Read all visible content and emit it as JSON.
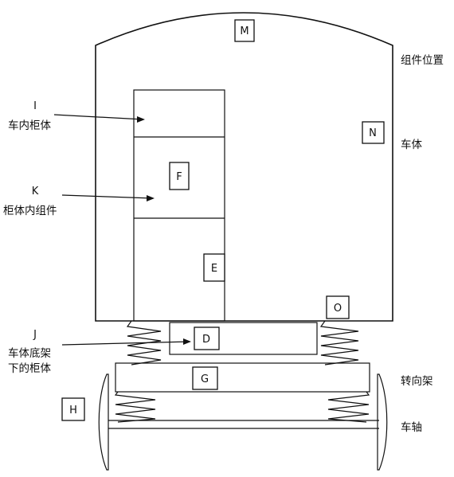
{
  "labels": {
    "M": "M",
    "N": "N",
    "F": "F",
    "E": "E",
    "O": "O",
    "D": "D",
    "G": "G",
    "H": "H",
    "I": "I",
    "K": "K",
    "J": "J"
  },
  "captions": {
    "component_position": "组件位置",
    "car_body": "车体",
    "cabinet_in_car": "车内柜体",
    "component_in_cabinet": "柜体内组件",
    "cabinet_under_frame_line1": "车体底架",
    "cabinet_under_frame_line2": "下的柜体",
    "bogie": "转向架",
    "axle": "车轴"
  }
}
